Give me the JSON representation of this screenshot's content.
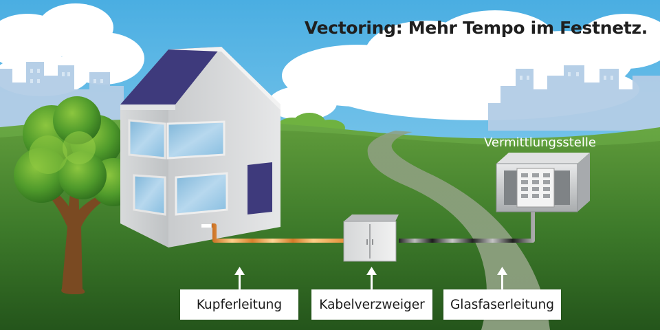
{
  "title": "Vectoring: Mehr Tempo im Festnetz.",
  "station_label": "Vermittlungsstelle",
  "labels": {
    "copper": "Kupferleitung",
    "cabinet": "Kabelverzweiger",
    "fiber": "Glasfaserleitung"
  },
  "colors": {
    "sky": "#5fb8e6",
    "grass": "#3f7f2c",
    "copper": "#f0a24a",
    "fiber": "#2a2a2a",
    "roof": "#3f3a7a"
  }
}
